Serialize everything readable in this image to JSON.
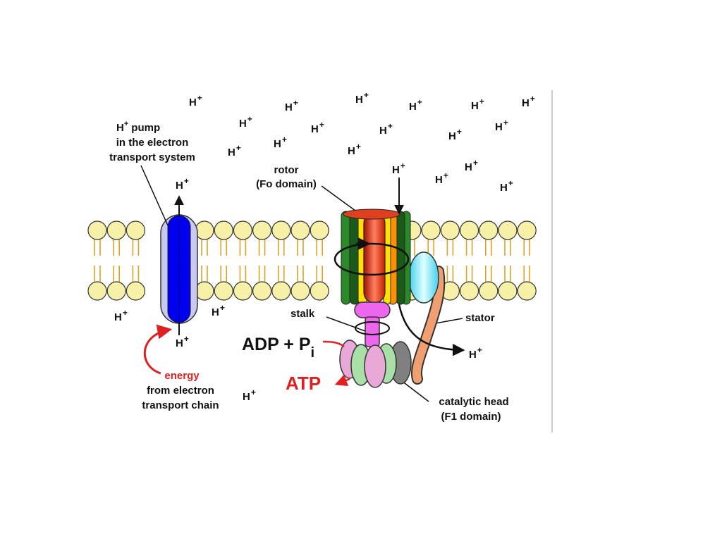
{
  "ion": {
    "symbol": "H",
    "charge": "+"
  },
  "labels": {
    "pump_line1_suffix": "pump",
    "pump_line2": "in the electron",
    "pump_line3": "transport system",
    "rotor_line1": "rotor",
    "rotor_line2": "(Fo domain)",
    "stalk": "stalk",
    "stator": "stator",
    "adp": "ADP + P",
    "adp_sub": "i",
    "atp": "ATP",
    "energy": "energy",
    "energy_line2": "from electron",
    "energy_line3": "transport chain",
    "head_line1": "catalytic head",
    "head_line2": "(F1 domain)"
  },
  "colors": {
    "membrane_head": "#f7f1a8",
    "membrane_tail": "#e0a020",
    "pump_outer": "#c8c8f0",
    "pump_inner": "#0000ee",
    "energy": "#e02020",
    "atp": "#e02020",
    "stalk": "#ee66ee",
    "stator": "#f0a070",
    "stator_cap": "#88eeff",
    "catalytic_pink": "#e8a8d8",
    "catalytic_green": "#a8e0a8",
    "catalytic_gray": "#808080",
    "rotor_colors": [
      "#2a8a2a",
      "#1a5a1a",
      "#ffe000",
      "#ff9000",
      "#d02000",
      "#8a2a00",
      "#ff5000",
      "#e02000"
    ]
  }
}
